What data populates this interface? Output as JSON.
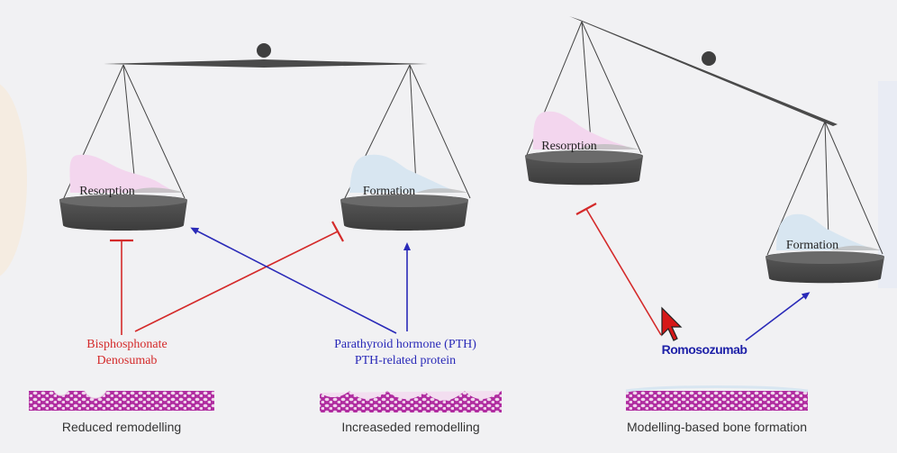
{
  "scales": [
    {
      "left_pan_label": "Resorption",
      "right_pan_label": "Formation",
      "balanced": true
    },
    {
      "left_pan_label": "Resorption",
      "right_pan_label": "Formation",
      "balanced": false
    }
  ],
  "agents": {
    "antiresorptive": {
      "line1": "Bisphosphonate",
      "line2": "Denosumab"
    },
    "anabolic": {
      "line1": "Parathyroid hormone (PTH)",
      "line2": "PTH-related protein"
    },
    "romosozumab": "Romosozumab"
  },
  "captions": {
    "reduced": "Reduced remodelling",
    "increased": "Increaseded remodelling",
    "modelling": "Modelling-based bone formation"
  },
  "colors": {
    "inhibit_red": "#d42a2a",
    "stimulate_blue": "#2a2ab8",
    "resorption_fill": "#f3d6ee",
    "formation_fill": "#d8e6f1",
    "bone_tissue": "#b02ca0"
  },
  "icons": [
    "mouse-cursor-icon"
  ]
}
